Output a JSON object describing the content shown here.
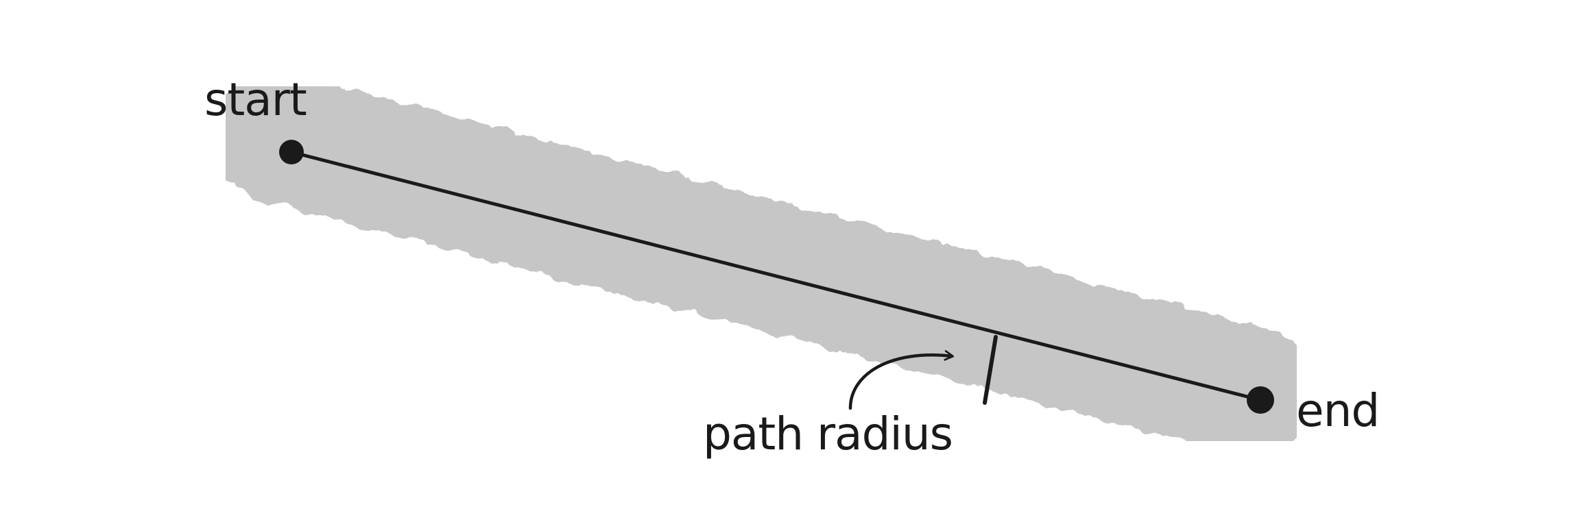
{
  "labels": {
    "start": "start",
    "end": "end",
    "radius": "path radius"
  },
  "colors": {
    "band": "#c6c6c6",
    "ink": "#1a1a1a",
    "background": "#ffffff"
  }
}
